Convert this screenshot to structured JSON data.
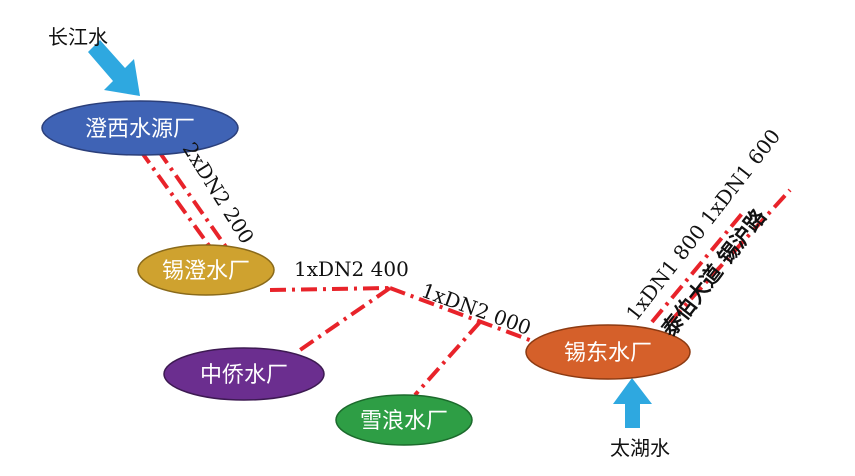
{
  "sources": {
    "yangtze": "长江水",
    "taihu": "太湖水"
  },
  "plants": {
    "chengxi": "澄西水源厂",
    "xicheng": "锡澄水厂",
    "zhongqiao": "中侨水厂",
    "xuelang": "雪浪水厂",
    "xidong": "锡东水厂"
  },
  "pipes": {
    "chengxi_xicheng": "2xDN2 200",
    "xicheng_junction": "1xDN2 400",
    "junction_xidong": "1xDN2 000",
    "xidong_ne_upper": "1xDN1 800 1xDN1 600"
  },
  "roads": {
    "main_road": "泰伯大道 锡沪路"
  },
  "colors": {
    "chengxi": "#3f63b5",
    "xicheng": "#cfa22f",
    "zhongqiao": "#6b2e8f",
    "xuelang": "#2e9e45",
    "xidong": "#d5602a",
    "pipe": "#e8232a",
    "arrow": "#2ea8e0"
  }
}
